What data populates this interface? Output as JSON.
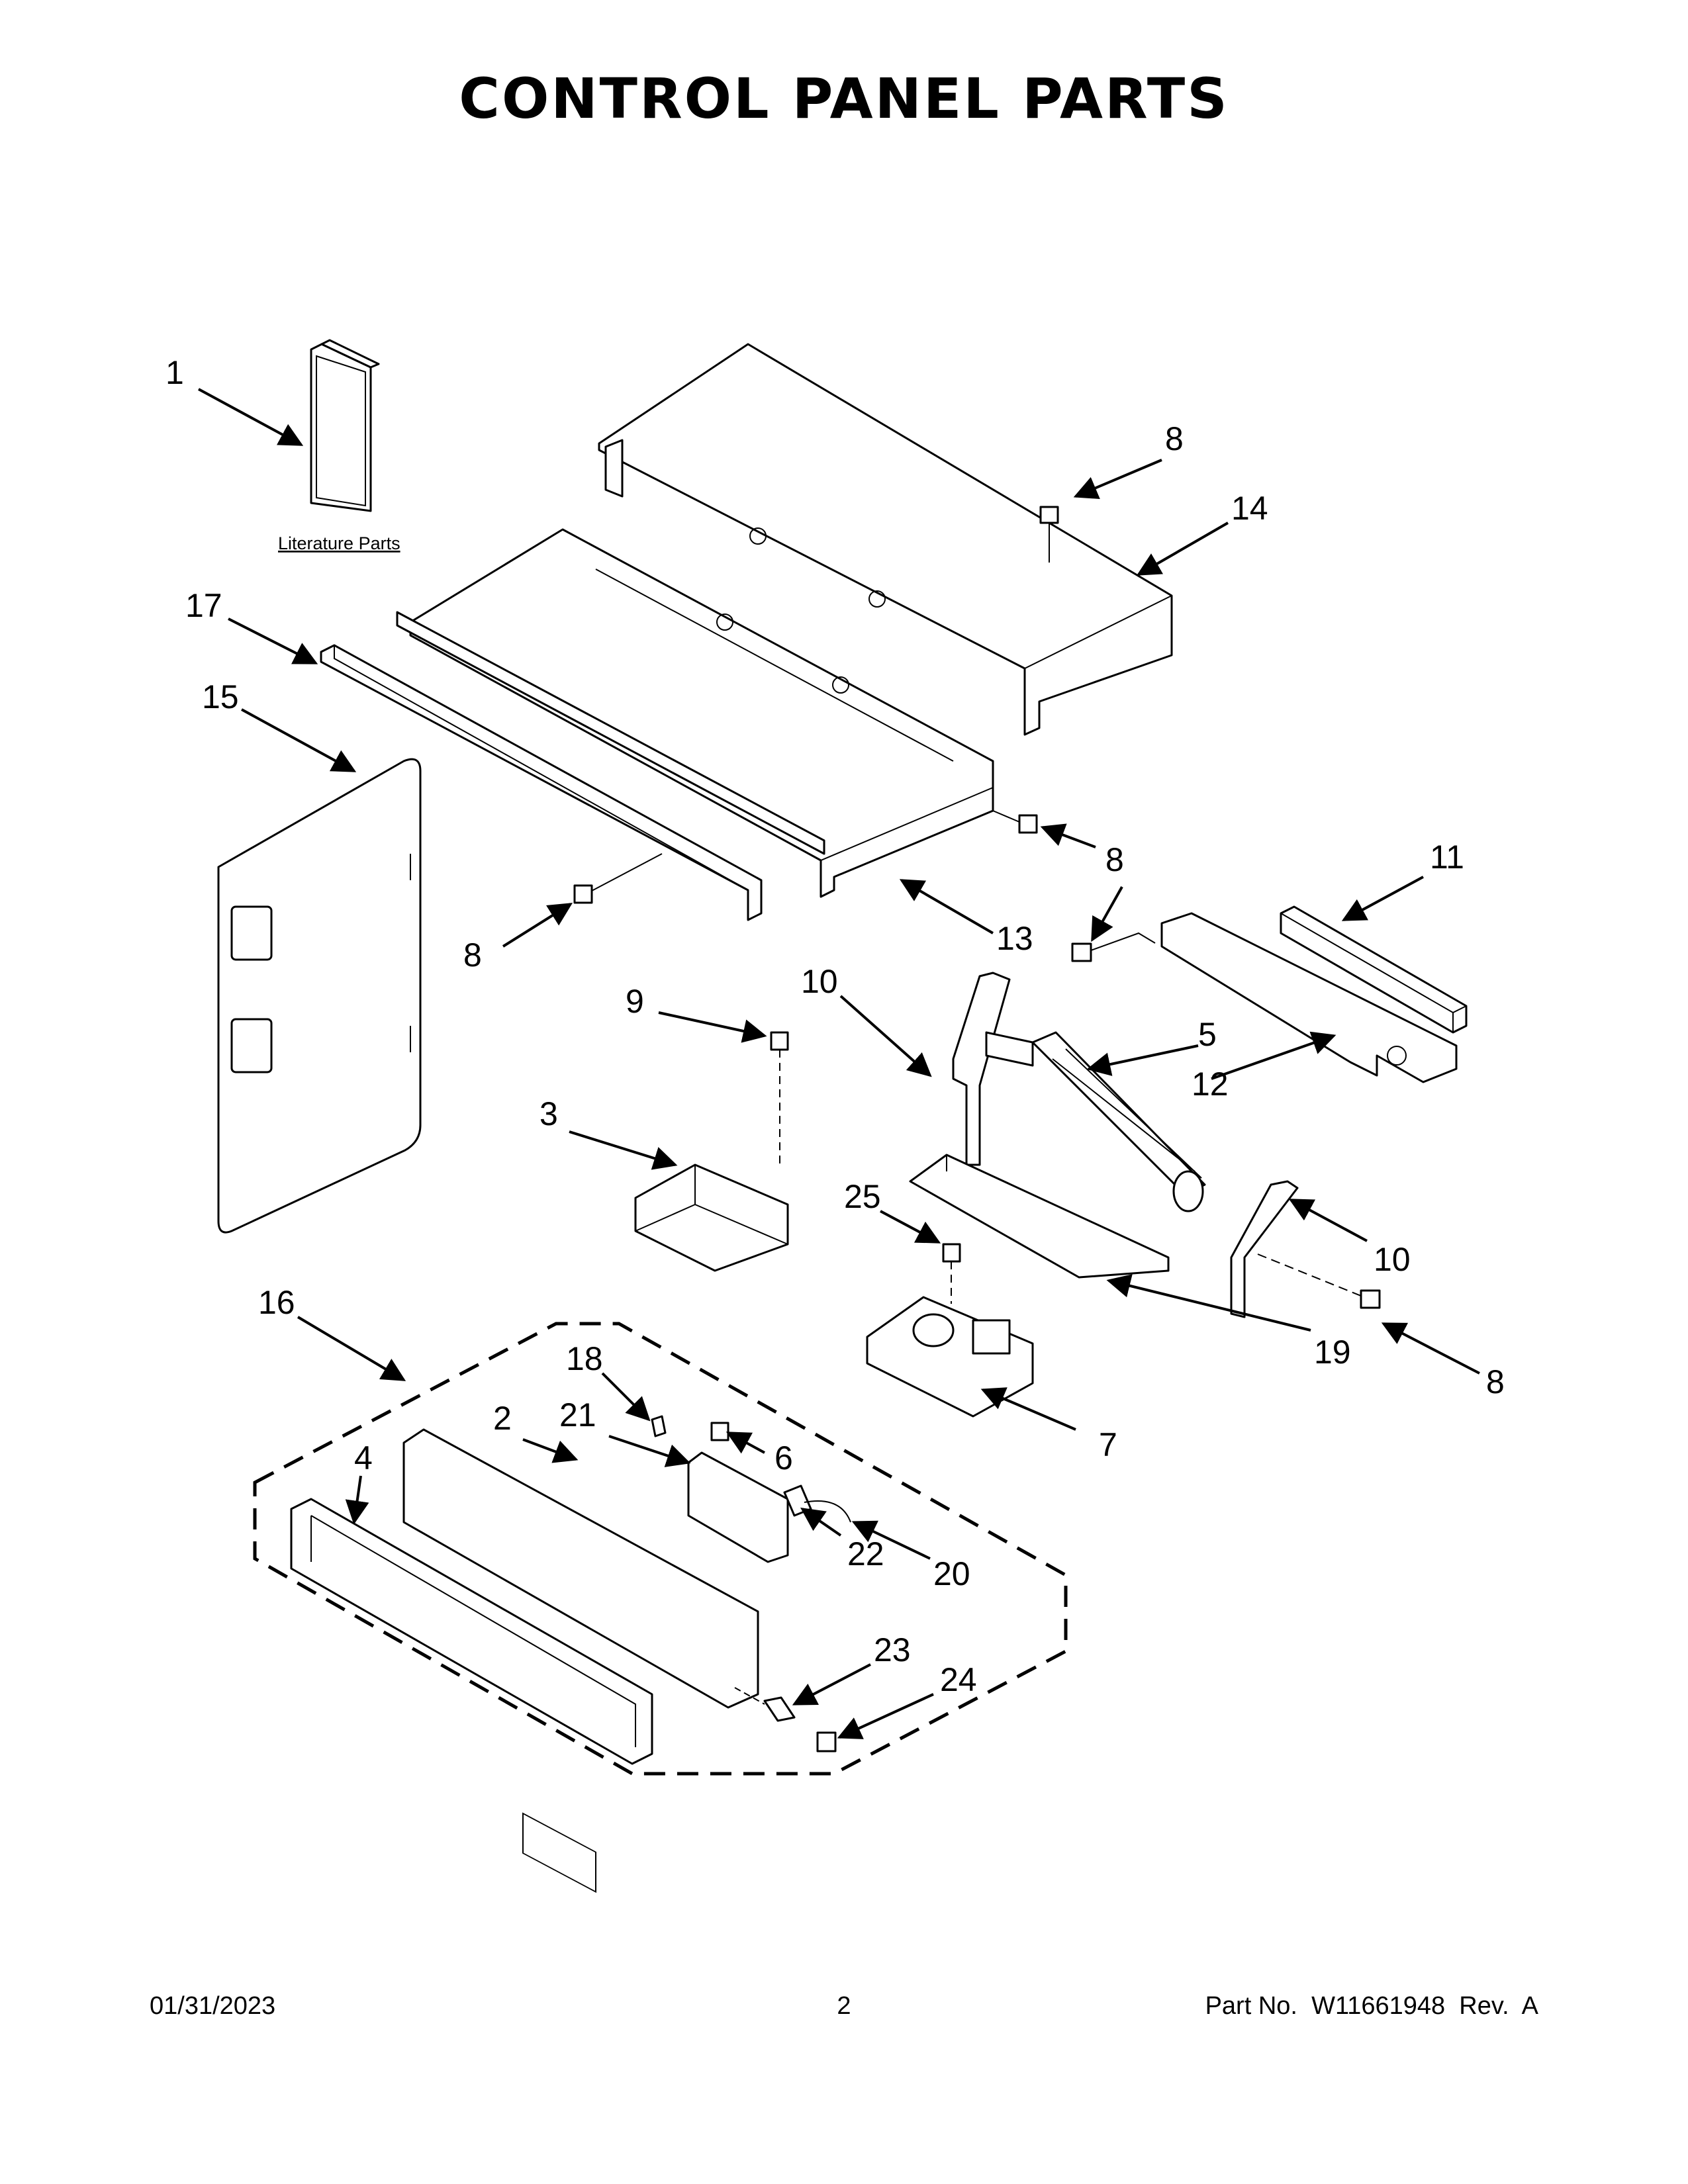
{
  "page": {
    "title": "CONTROL PANEL PARTS",
    "literature_label": "Literature Parts"
  },
  "footer": {
    "date": "01/31/2023",
    "page_number": "2",
    "part_no": "Part No.  W11661948  Rev.  A"
  },
  "callouts": {
    "c1": "1",
    "c2": "2",
    "c3": "3",
    "c4": "4",
    "c5": "5",
    "c6": "6",
    "c7": "7",
    "c8a": "8",
    "c8b": "8",
    "c8c": "8",
    "c8d": "8",
    "c8e": "8",
    "c9": "9",
    "c10a": "10",
    "c10b": "10",
    "c11": "11",
    "c12": "12",
    "c13": "13",
    "c14": "14",
    "c15": "15",
    "c16": "16",
    "c17": "17",
    "c18": "18",
    "c19": "19",
    "c20": "20",
    "c21": "21",
    "c22": "22",
    "c23": "23",
    "c24": "24",
    "c25": "25"
  }
}
